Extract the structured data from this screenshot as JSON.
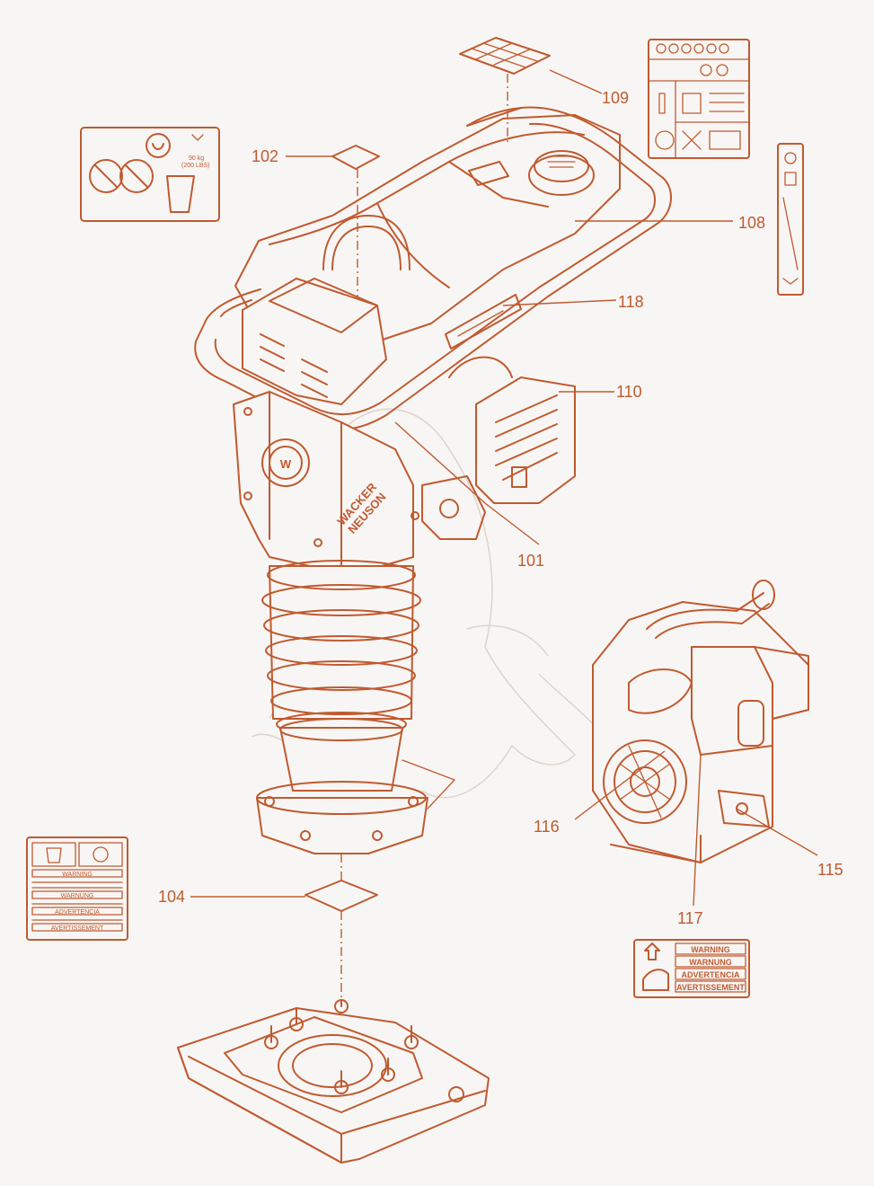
{
  "accent_color": "#c05a30",
  "background_color": "#f8f6f4",
  "callouts": {
    "c101": "101",
    "c102": "102",
    "c104": "104",
    "c108": "108",
    "c109": "109",
    "c110": "110",
    "c115": "115",
    "c116": "116",
    "c117": "117",
    "c118": "118"
  },
  "decal_102": {
    "weight_metric": "90 kg",
    "weight_imperial": "(200 LBS)"
  },
  "decal_117": {
    "lines": [
      "WARNING",
      "WARNUNG",
      "ADVERTENCIA",
      "AVERTISSEMENT"
    ]
  },
  "decal_104": {
    "lines": [
      "WARNING",
      "WARNUNG",
      "ADVERTENCIA",
      "AVERTISSEMENT"
    ]
  },
  "logo": {
    "letter": "W",
    "brand_line1": "WACKER",
    "brand_line2": "NEUSON"
  },
  "icons": {
    "tamper": "rammer-tamper-assembly",
    "engine": "engine-assembly",
    "shoe": "foot-shoe-plate"
  }
}
